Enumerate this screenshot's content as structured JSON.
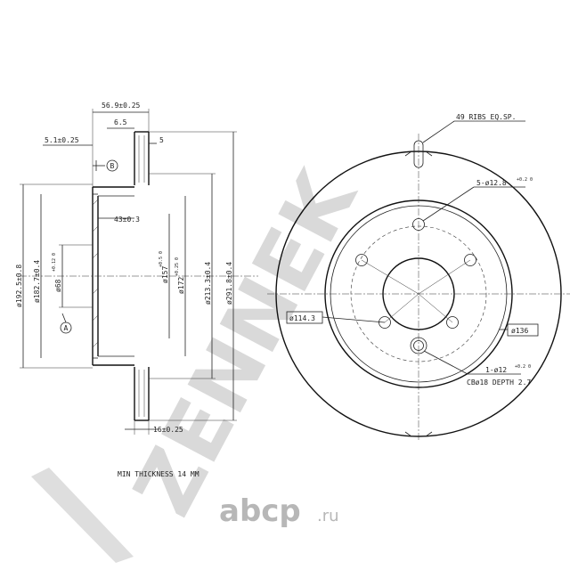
{
  "watermark": "ZENNEK",
  "brand": {
    "name": "abcp",
    "tld": ".ru"
  },
  "side_view": {
    "overall_width": "56.9±0.25",
    "hat_step": "6.5",
    "flange_offset": "5.1±0.25",
    "flange_thickness": "5",
    "hat_depth": "43±0.3",
    "disc_thickness": "16±0.25",
    "datum_a": "A",
    "datum_b": "B",
    "diameters": [
      {
        "main": "ø192.5±0.8",
        "tol": ""
      },
      {
        "main": "ø182.7±0.4",
        "tol": ""
      },
      {
        "main": "ø68",
        "tol": "+0.12 0"
      },
      {
        "main": "ø157",
        "tol": "+0.5 0"
      },
      {
        "main": "ø172",
        "tol": "+0.25 0"
      },
      {
        "main": "ø213.3±0.4",
        "tol": ""
      },
      {
        "main": "ø291.8±0.4",
        "tol": ""
      }
    ]
  },
  "front_view": {
    "ribs_note": "49 RIBS EQ.SP.",
    "bolt_holes": {
      "main": "5-ø12.8",
      "tol": "+0.2 0"
    },
    "pcd": "ø114.3",
    "hole_circle": "ø136",
    "locating_hole": {
      "main": "1-ø12",
      "tol": "+0.2 0"
    },
    "counterbore": "CBø18 DEPTH 2.7"
  },
  "notes": {
    "min_thickness": "MIN THICKNESS 14 MM"
  }
}
